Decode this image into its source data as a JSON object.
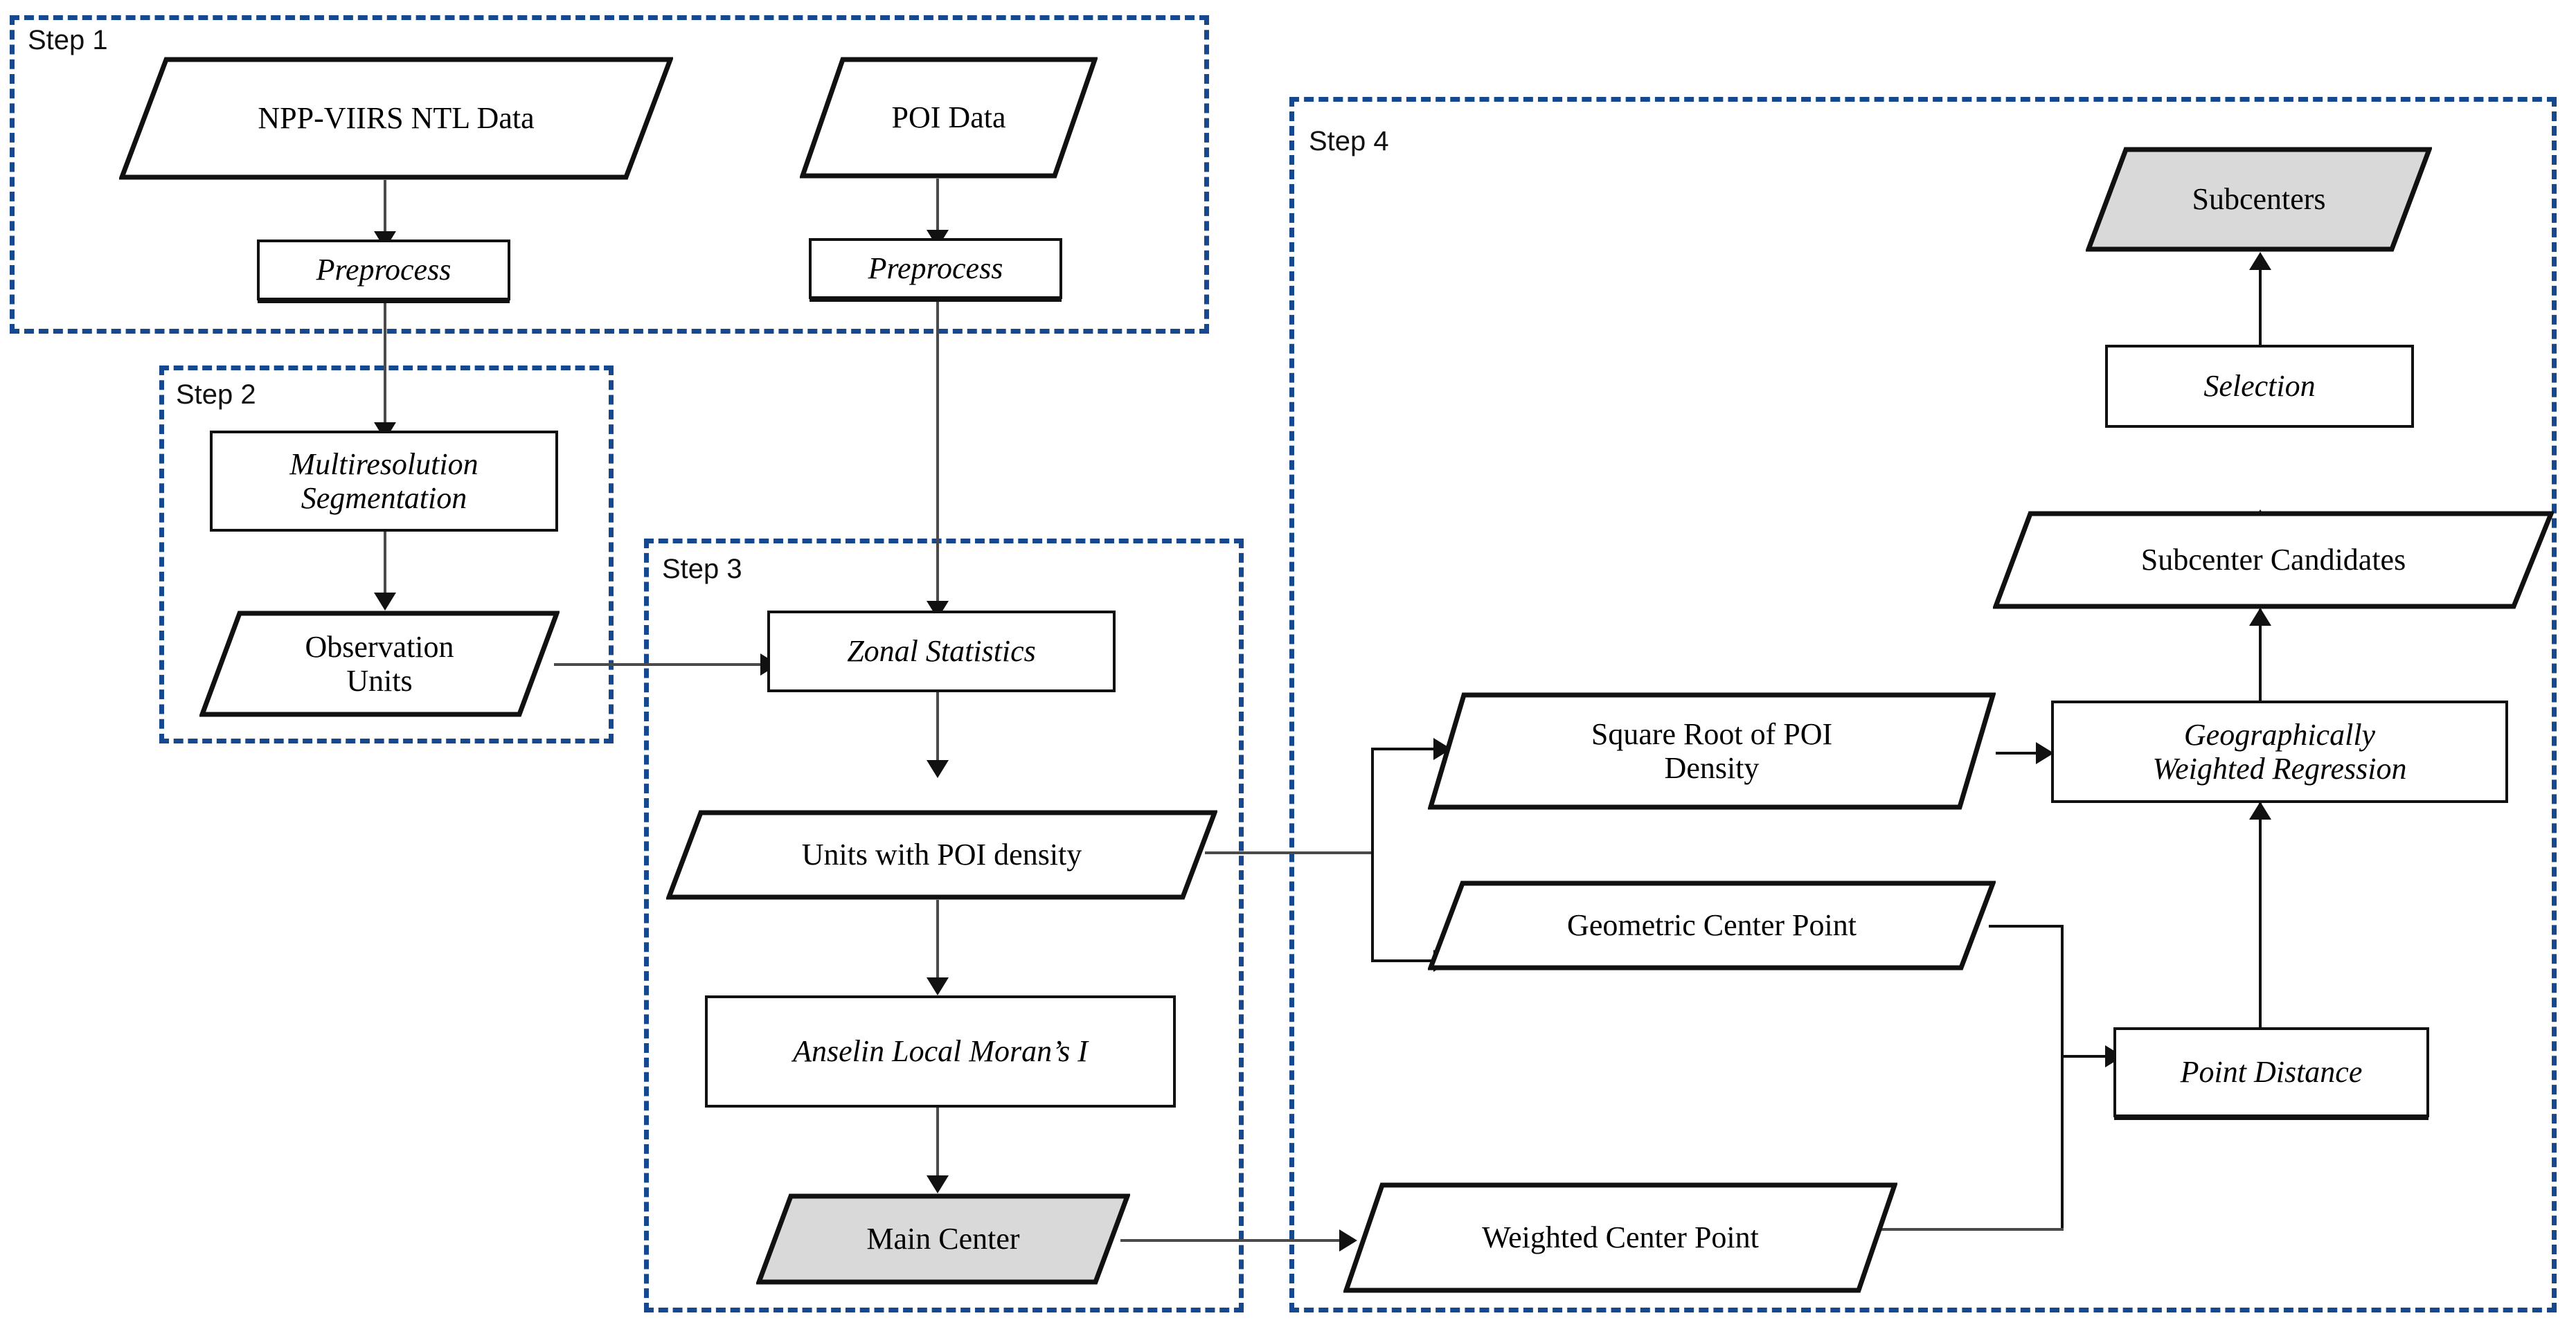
{
  "diagram": {
    "title": "Urban subcenter identification workflow",
    "colors": {
      "step_border": "#16488f",
      "node_border": "#111111",
      "node_fill": "#ffffff",
      "highlight_fill": "#d9d9d9",
      "connector": "#4a4a4a"
    },
    "steps": [
      {
        "id": "step1",
        "label": "Step 1"
      },
      {
        "id": "step2",
        "label": "Step 2"
      },
      {
        "id": "step3",
        "label": "Step 3"
      },
      {
        "id": "step4",
        "label": "Step 4"
      }
    ],
    "nodes": [
      {
        "id": "npp",
        "label": "NPP-VIIRS NTL Data",
        "shape": "parallelogram",
        "fill": "white",
        "style": "roman",
        "step": "step1"
      },
      {
        "id": "poi",
        "label": "POI Data",
        "shape": "parallelogram",
        "fill": "white",
        "style": "roman",
        "step": "step1"
      },
      {
        "id": "pre1",
        "label": "Preprocess",
        "shape": "rectangle",
        "fill": "white",
        "style": "italic",
        "step": "step1"
      },
      {
        "id": "pre2",
        "label": "Preprocess",
        "shape": "rectangle",
        "fill": "white",
        "style": "italic",
        "step": "step1"
      },
      {
        "id": "mseg",
        "label": "Multiresolution Segmentation",
        "shape": "rectangle",
        "fill": "white",
        "style": "italic",
        "step": "step2"
      },
      {
        "id": "obs",
        "label": "Observation Units",
        "shape": "parallelogram",
        "fill": "white",
        "style": "roman",
        "step": "step2"
      },
      {
        "id": "zonal",
        "label": "Zonal Statistics",
        "shape": "rectangle",
        "fill": "white",
        "style": "italic",
        "step": "step3"
      },
      {
        "id": "unitspoi",
        "label": "Units with POI density",
        "shape": "parallelogram",
        "fill": "white",
        "style": "roman",
        "step": "step3"
      },
      {
        "id": "moran",
        "label": "Anselin Local Moran’s I",
        "shape": "rectangle",
        "fill": "white",
        "style": "italic",
        "step": "step3"
      },
      {
        "id": "maincenter",
        "label": "Main Center",
        "shape": "parallelogram",
        "fill": "gray",
        "style": "roman",
        "step": "step3"
      },
      {
        "id": "sqrtpoi",
        "label": "Square Root of POI Density",
        "shape": "parallelogram",
        "fill": "white",
        "style": "roman",
        "step": "step4"
      },
      {
        "id": "geocenter",
        "label": "Geometric Center Point",
        "shape": "parallelogram",
        "fill": "white",
        "style": "roman",
        "step": "step4"
      },
      {
        "id": "wcenter",
        "label": "Weighted Center Point",
        "shape": "parallelogram",
        "fill": "white",
        "style": "roman",
        "step": "step4"
      },
      {
        "id": "pdist",
        "label": "Point Distance",
        "shape": "rectangle",
        "fill": "white",
        "style": "italic",
        "step": "step4"
      },
      {
        "id": "gwr",
        "label": "Geographically Weighted Regression",
        "shape": "rectangle",
        "fill": "white",
        "style": "italic",
        "step": "step4"
      },
      {
        "id": "cand",
        "label": "Subcenter Candidates",
        "shape": "parallelogram",
        "fill": "white",
        "style": "roman",
        "step": "step4"
      },
      {
        "id": "selection",
        "label": "Selection",
        "shape": "rectangle",
        "fill": "white",
        "style": "italic",
        "step": "step4"
      },
      {
        "id": "subcenters",
        "label": "Subcenters",
        "shape": "parallelogram",
        "fill": "gray",
        "style": "roman",
        "step": "step4"
      }
    ],
    "edges": [
      {
        "from": "npp",
        "to": "pre1"
      },
      {
        "from": "poi",
        "to": "pre2"
      },
      {
        "from": "pre1",
        "to": "mseg"
      },
      {
        "from": "pre2",
        "to": "zonal"
      },
      {
        "from": "mseg",
        "to": "obs"
      },
      {
        "from": "obs",
        "to": "zonal"
      },
      {
        "from": "zonal",
        "to": "unitspoi"
      },
      {
        "from": "unitspoi",
        "to": "moran"
      },
      {
        "from": "unitspoi",
        "to": "sqrtpoi"
      },
      {
        "from": "unitspoi",
        "to": "geocenter"
      },
      {
        "from": "moran",
        "to": "maincenter"
      },
      {
        "from": "maincenter",
        "to": "wcenter"
      },
      {
        "from": "sqrtpoi",
        "to": "gwr"
      },
      {
        "from": "geocenter",
        "to": "pdist"
      },
      {
        "from": "wcenter",
        "to": "pdist"
      },
      {
        "from": "pdist",
        "to": "gwr"
      },
      {
        "from": "gwr",
        "to": "cand"
      },
      {
        "from": "cand",
        "to": "selection"
      },
      {
        "from": "selection",
        "to": "subcenters"
      }
    ],
    "labels": {
      "npp": "NPP-VIIRS NTL Data",
      "poi": "POI Data",
      "pre1": "Preprocess",
      "pre2": "Preprocess",
      "mseg_l1": "Multiresolution",
      "mseg_l2": "Segmentation",
      "obs_l1": "Observation",
      "obs_l2": "Units",
      "zonal": "Zonal Statistics",
      "unitspoi": "Units with POI density",
      "moran": "Anselin Local Moran’s I",
      "maincenter": "Main Center",
      "sqrtpoi_l1": "Square Root of POI",
      "sqrtpoi_l2": "Density",
      "geocenter": "Geometric Center Point",
      "wcenter": "Weighted Center Point",
      "pdist": "Point Distance",
      "gwr_l1": "Geographically",
      "gwr_l2": "Weighted Regression",
      "cand": "Subcenter Candidates",
      "selection": "Selection",
      "subcenters": "Subcenters",
      "step1": "Step 1",
      "step2": "Step 2",
      "step3": "Step 3",
      "step4": "Step 4"
    }
  }
}
